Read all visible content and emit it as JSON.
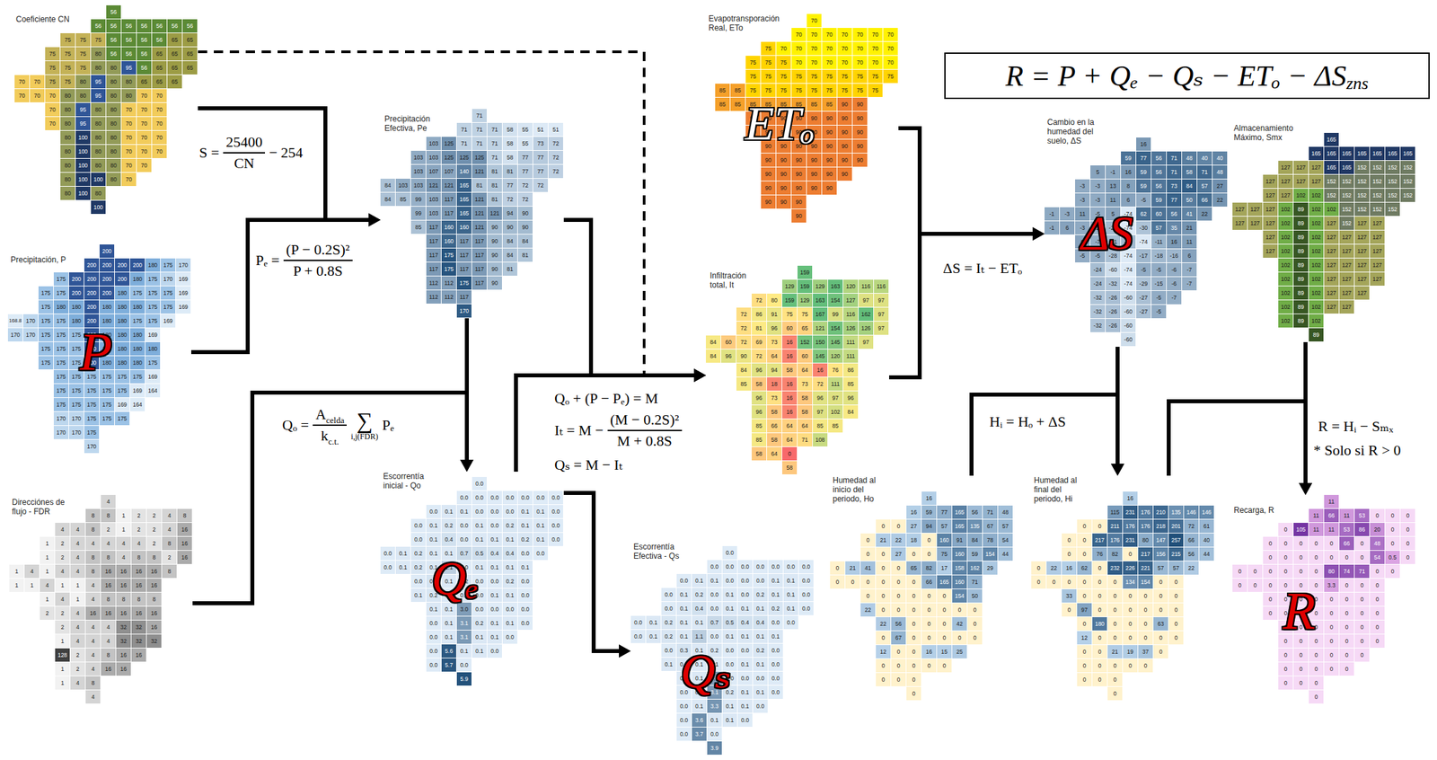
{
  "diagram": {
    "nodes": [
      {
        "text": [
          "Coeficiente CN"
        ]
      },
      {
        "text": [
          "Precipitación, P",
          "P"
        ]
      },
      {
        "text": [
          "Direcciónes de flujo - FDR"
        ]
      },
      {
        "text": [
          "Precipitación Efectiva, Pe"
        ]
      },
      {
        "text": [
          "Escorrentía inicial - Qo",
          "Qₑ"
        ]
      },
      {
        "text": [
          "Escorrentía Efectiva - Qs",
          "Qₛ"
        ]
      },
      {
        "text": [
          "Evapotransporación Real, ETo",
          "ETₒ"
        ]
      },
      {
        "text": [
          "Infiltración total, It"
        ]
      },
      {
        "text": [
          "Cambio en la humedad del suelo, ΔS",
          "ΔS"
        ]
      },
      {
        "text": [
          "Almacenamiento Máximo, Smx"
        ]
      },
      {
        "text": [
          "Humedad al inicio del periodo, Ho"
        ]
      },
      {
        "text": [
          "Humedad al final del periodo, Hi"
        ]
      },
      {
        "text": [
          "Recarga, R",
          "R"
        ]
      },
      {
        "text": [
          "R = P + Qₑ − Qₛ − ETₒ − ΔS",
          "zns"
        ]
      }
    ],
    "edges": [
      {
        "from": 0,
        "to": 3,
        "arrow": "to"
      },
      {
        "from": 1,
        "to": 3,
        "arrow": "to"
      },
      {
        "from": 3,
        "to": 4,
        "arrow": "to"
      },
      {
        "from": 2,
        "to": 4,
        "arrow": "to"
      },
      {
        "from": 0,
        "to": 7,
        "arrow": "to"
      },
      {
        "from": 4,
        "to": 7,
        "arrow": "to"
      },
      {
        "from": 3,
        "to": 7,
        "arrow": "to"
      },
      {
        "from": 4,
        "to": 5,
        "arrow": "to"
      },
      {
        "from": 6,
        "to": 8,
        "arrow": "to"
      },
      {
        "from": 7,
        "to": 8,
        "arrow": "to"
      },
      {
        "from": 8,
        "to": 11,
        "arrow": "to"
      },
      {
        "from": 10,
        "to": 11,
        "arrow": "to"
      },
      {
        "from": 9,
        "to": 12,
        "arrow": "to"
      },
      {
        "from": 11,
        "to": 12,
        "arrow": "to"
      }
    ],
    "labels": [
      "S =",
      "25400",
      "CN",
      "− 254",
      "Pₑ =",
      "(P − 0.2S)²",
      "P + 0.8S",
      "Qₒ =",
      "A",
      "celda",
      "k",
      "c.t.",
      "∑",
      "i,j(FDR)",
      "Pₑ",
      "Qₒ + (P − Pₑ) = M",
      "Iₜ = M −",
      "(M − 0.2S)²",
      "M + 0.8S",
      "Qₛ = M − Iₜ",
      "ΔS = Iₜ − ETₒ",
      "Hᵢ = Hₒ + ΔS",
      "R = Hᵢ − Sₘₓ",
      "* Solo si R > 0",
      "56",
      "56",
      "56",
      "56",
      "56",
      "56",
      "56",
      "56",
      "75",
      "75",
      "75",
      "56",
      "56",
      "56",
      "56",
      "65",
      "65",
      "75",
      "75",
      "75",
      "80",
      "56",
      "56",
      "56",
      "65",
      "65",
      "65",
      "75",
      "75",
      "75",
      "80",
      "80",
      "95",
      "56",
      "65",
      "65",
      "65",
      "70",
      "70",
      "75",
      "75",
      "80",
      "95",
      "80",
      "80",
      "65",
      "65",
      "65",
      "70",
      "70",
      "70",
      "80",
      "80",
      "95",
      "80",
      "80",
      "70",
      "70",
      "70",
      "80",
      "95",
      "80",
      "80",
      "70",
      "70",
      "70",
      "70",
      "80",
      "95",
      "80",
      "80",
      "70",
      "70",
      "70",
      "80",
      "100",
      "80",
      "80",
      "70",
      "70",
      "70",
      "80",
      "100",
      "80",
      "80",
      "70",
      "70",
      "70",
      "80",
      "100",
      "80",
      "80",
      "70",
      "70",
      "80",
      "100",
      "100",
      "80",
      "70",
      "80",
      "100",
      "80",
      "100",
      "200",
      "200",
      "200",
      "200",
      "200",
      "180",
      "175",
      "170",
      "175",
      "200",
      "200",
      "200",
      "200",
      "180",
      "175",
      "170",
      "169",
      "175",
      "175",
      "200",
      "200",
      "200",
      "180",
      "175",
      "175",
      "175",
      "169",
      "175",
      "180",
      "180",
      "200",
      "180",
      "180",
      "180",
      "175",
      "175",
      "169",
      "168.8",
      "170",
      "175",
      "175",
      "180",
      "200",
      "180",
      "180",
      "175",
      "175",
      "169",
      "170",
      "170",
      "175",
      "175",
      "175",
      "200",
      "180",
      "180",
      "180",
      "169",
      "175",
      "175",
      "175",
      "200",
      "180",
      "180",
      "180",
      "180",
      "175",
      "175",
      "175",
      "200",
      "180",
      "180",
      "180",
      "175",
      "175",
      "175",
      "175",
      "175",
      "175",
      "175",
      "169",
      "175",
      "175",
      "175",
      "175",
      "175",
      "169",
      "164",
      "175",
      "175",
      "175",
      "175",
      "169",
      "164",
      "170",
      "170",
      "175",
      "175",
      "175",
      "170",
      "170",
      "175",
      "170",
      "4",
      "8",
      "8",
      "1",
      "2",
      "2",
      "4",
      "8",
      "4",
      "4",
      "8",
      "2",
      "1",
      "2",
      "2",
      "4",
      "16",
      "1",
      "2",
      "4",
      "4",
      "4",
      "4",
      "4",
      "2",
      "8",
      "16",
      "1",
      "2",
      "4",
      "8",
      "8",
      "4",
      "8",
      "8",
      "2",
      "16",
      "1",
      "4",
      "1",
      "4",
      "4",
      "8",
      "16",
      "16",
      "16",
      "16",
      "8",
      "1",
      "1",
      "4",
      "1",
      "1",
      "4",
      "16",
      "16",
      "16",
      "16",
      "1",
      "4",
      "1",
      "4",
      "8",
      "8",
      "8",
      "8",
      "2",
      "2",
      "4",
      "16",
      "16",
      "16",
      "16",
      "16",
      "2",
      "4",
      "4",
      "4",
      "32",
      "32",
      "16",
      "1",
      "4",
      "4",
      "4",
      "32",
      "32",
      "32",
      "128",
      "2",
      "4",
      "8",
      "16",
      "16",
      "1",
      "2",
      "4",
      "16",
      "16",
      "1",
      "4",
      "8",
      "4",
      "71",
      "71",
      "71",
      "71",
      "58",
      "55",
      "51",
      "51",
      "103",
      "125",
      "71",
      "71",
      "71",
      "58",
      "55",
      "73",
      "72",
      "103",
      "103",
      "125",
      "125",
      "125",
      "71",
      "58",
      "77",
      "77",
      "72",
      "103",
      "107",
      "107",
      "140",
      "121",
      "81",
      "81",
      "77",
      "77",
      "72",
      "84",
      "103",
      "103",
      "121",
      "121",
      "165",
      "81",
      "81",
      "77",
      "72",
      "72",
      "84",
      "85",
      "99",
      "103",
      "117",
      "165",
      "121",
      "81",
      "72",
      "72",
      "99",
      "103",
      "117",
      "165",
      "121",
      "121",
      "94",
      "90",
      "85",
      "117",
      "160",
      "160",
      "121",
      "90",
      "90",
      "90",
      "117",
      "160",
      "117",
      "117",
      "90",
      "84",
      "84",
      "117",
      "175",
      "117",
      "117",
      "90",
      "84",
      "81",
      "117",
      "175",
      "117",
      "117",
      "90",
      "81",
      "112",
      "112",
      "175",
      "117",
      "90",
      "112",
      "112",
      "117",
      "170",
      "0.0",
      "0.0",
      "0.0",
      "0.0",
      "0.0",
      "0.0",
      "0.0",
      "0.0",
      "0.0",
      "0.1",
      "0.1",
      "0.0",
      "0.0",
      "0.0",
      "0.1",
      "0.1",
      "0.0",
      "0.0",
      "0.1",
      "0.2",
      "0.0",
      "0.1",
      "0.0",
      "0.2",
      "0.1",
      "0.1",
      "0.0",
      "0.0",
      "0.1",
      "0.4",
      "0.0",
      "0.1",
      "0.1",
      "0.1",
      "0.2",
      "0.1",
      "0.0",
      "0.0",
      "0.1",
      "0.2",
      "0.1",
      "0.1",
      "0.7",
      "0.5",
      "0.4",
      "0.4",
      "0.0",
      "0.0",
      "0.0",
      "0.1",
      "0.2",
      "0.1",
      "1.1",
      "0.0",
      "0.1",
      "0.1",
      "0.1",
      "0.1",
      "0.0",
      "0.3",
      "0.1",
      "0.2",
      "0.0",
      "0.0",
      "0.2",
      "0.0",
      "0.1",
      "0.2",
      "0.1",
      "0.1",
      "0.0",
      "0.1",
      "0.1",
      "0.0",
      "0.1",
      "0.1",
      "3.0",
      "0.0",
      "0.0",
      "0.0",
      "0.0",
      "0.0",
      "0.1",
      "3.1",
      "0.2",
      "0.1",
      "0.1",
      "0.0",
      "0.0",
      "0.1",
      "3.1",
      "0.1",
      "0.1",
      "0.0",
      "0.0",
      "5.6",
      "0.1",
      "0.1",
      "0.0",
      "0.0",
      "5.7",
      "0.0",
      "5.9",
      "0.0",
      "0.0",
      "0.0",
      "0.0",
      "0.0",
      "0.0",
      "0.0",
      "0.0",
      "0.0",
      "0.1",
      "0.1",
      "0.0",
      "0.0",
      "0.0",
      "0.1",
      "0.1",
      "0.0",
      "0.0",
      "0.1",
      "0.2",
      "0.0",
      "0.1",
      "0.0",
      "0.2",
      "0.1",
      "0.1",
      "0.0",
      "0.0",
      "0.1",
      "0.4",
      "0.0",
      "0.1",
      "0.1",
      "0.1",
      "0.2",
      "0.1",
      "0.0",
      "0.0",
      "0.1",
      "0.2",
      "0.1",
      "0.1",
      "0.7",
      "0.5",
      "0.4",
      "0.4",
      "0.0",
      "0.0",
      "0.0",
      "0.1",
      "0.2",
      "0.1",
      "1.1",
      "0.0",
      "0.1",
      "0.1",
      "0.1",
      "0.1",
      "0.0",
      "0.3",
      "0.1",
      "0.2",
      "0.0",
      "0.0",
      "0.2",
      "0.0",
      "0.1",
      "0.2",
      "0.1",
      "0.1",
      "0.0",
      "0.1",
      "0.1",
      "0.0",
      "0.1",
      "0.1",
      "3.0",
      "0.0",
      "0.0",
      "0.0",
      "0.0",
      "0.0",
      "0.1",
      "3.1",
      "0.2",
      "0.1",
      "0.1",
      "0.0",
      "0.0",
      "0.1",
      "3.3",
      "0.1",
      "0.1",
      "0.0",
      "0.0",
      "3.6",
      "0.1",
      "0.1",
      "0.0",
      "0.0",
      "3.7",
      "0.0",
      "3.9",
      "70",
      "70",
      "70",
      "70",
      "70",
      "70",
      "70",
      "70",
      "75",
      "70",
      "70",
      "70",
      "70",
      "70",
      "70",
      "70",
      "70",
      "75",
      "75",
      "75",
      "70",
      "70",
      "70",
      "70",
      "70",
      "70",
      "70",
      "75",
      "75",
      "75",
      "75",
      "75",
      "75",
      "75",
      "75",
      "75",
      "75",
      "85",
      "85",
      "75",
      "75",
      "75",
      "75",
      "75",
      "75",
      "75",
      "75",
      "75",
      "85",
      "85",
      "85",
      "85",
      "85",
      "85",
      "85",
      "85",
      "90",
      "90",
      "90",
      "90",
      "90",
      "90",
      "90",
      "90",
      "90",
      "90",
      "90",
      "90",
      "90",
      "90",
      "90",
      "90",
      "90",
      "90",
      "90",
      "90",
      "90",
      "90",
      "90",
      "90",
      "90",
      "90",
      "90",
      "90",
      "90",
      "90",
      "90",
      "90",
      "90",
      "90",
      "90",
      "90",
      "90",
      "90",
      "90",
      "90",
      "90",
      "90",
      "90",
      "90",
      "90",
      "90",
      "90",
      "159",
      "129",
      "159",
      "129",
      "163",
      "120",
      "116",
      "116",
      "72",
      "80",
      "159",
      "129",
      "163",
      "154",
      "127",
      "97",
      "97",
      "72",
      "86",
      "91",
      "75",
      "75",
      "167",
      "99",
      "116",
      "162",
      "97",
      "72",
      "81",
      "96",
      "60",
      "65",
      "121",
      "154",
      "126",
      "126",
      "97",
      "84",
      "60",
      "72",
      "69",
      "73",
      "16",
      "152",
      "150",
      "145",
      "111",
      "97",
      "84",
      "96",
      "90",
      "72",
      "64",
      "16",
      "60",
      "145",
      "120",
      "111",
      "84",
      "96",
      "94",
      "58",
      "64",
      "16",
      "76",
      "86",
      "85",
      "58",
      "18",
      "16",
      "73",
      "72",
      "111",
      "85",
      "96",
      "73",
      "16",
      "58",
      "96",
      "97",
      "96",
      "96",
      "58",
      "16",
      "58",
      "97",
      "102",
      "84",
      "85",
      "66",
      "64",
      "64",
      "85",
      "85",
      "85",
      "58",
      "64",
      "71",
      "108",
      "58",
      "64",
      "0",
      "58",
      "16",
      "59",
      "77",
      "56",
      "71",
      "48",
      "40",
      "40",
      "5",
      "-1",
      "16",
      "59",
      "56",
      "71",
      "58",
      "71",
      "48",
      "-3",
      "-3",
      "13",
      "8",
      "59",
      "56",
      "73",
      "84",
      "57",
      "27",
      "-3",
      "-3",
      "11",
      "6",
      "-5",
      "59",
      "77",
      "50",
      "66",
      "22",
      "-1",
      "-3",
      "11",
      "-5",
      "5",
      "-74",
      "62",
      "60",
      "56",
      "41",
      "22",
      "-1",
      "6",
      "-3",
      "-11",
      "-20",
      "-74",
      "-30",
      "57",
      "35",
      "21",
      "6",
      "-7",
      "-21",
      "-20",
      "-74",
      "-11",
      "16",
      "11",
      "-5",
      "-5",
      "-28",
      "-74",
      "-17",
      "-18",
      "-16",
      "6",
      "-24",
      "-60",
      "-74",
      "-5",
      "-5",
      "-6",
      "-7",
      "-24",
      "-32",
      "-74",
      "-29",
      "-15",
      "-6",
      "-7",
      "-32",
      "-26",
      "-60",
      "-27",
      "-5",
      "-7",
      "-32",
      "-26",
      "-60",
      "-27",
      "-5",
      "-32",
      "-26",
      "-60",
      "-60",
      "165",
      "165",
      "165",
      "165",
      "165",
      "165",
      "165",
      "165",
      "127",
      "127",
      "127",
      "165",
      "165",
      "152",
      "152",
      "152",
      "152",
      "127",
      "127",
      "127",
      "127",
      "152",
      "152",
      "152",
      "152",
      "152",
      "152",
      "127",
      "127",
      "102",
      "102",
      "152",
      "152",
      "152",
      "152",
      "152",
      "152",
      "127",
      "127",
      "127",
      "102",
      "89",
      "102",
      "102",
      "152",
      "152",
      "152",
      "152",
      "127",
      "127",
      "127",
      "102",
      "89",
      "102",
      "127",
      "152",
      "127",
      "127",
      "127",
      "102",
      "89",
      "102",
      "127",
      "127",
      "127",
      "127",
      "127",
      "102",
      "89",
      "102",
      "127",
      "127",
      "127",
      "127",
      "102",
      "89",
      "102",
      "127",
      "127",
      "127",
      "127",
      "102",
      "89",
      "102",
      "127",
      "127",
      "127",
      "127",
      "102",
      "89",
      "102",
      "127",
      "127",
      "127",
      "102",
      "89",
      "102",
      "127",
      "127",
      "102",
      "89",
      "102",
      "89",
      "16",
      "16",
      "59",
      "77",
      "165",
      "56",
      "71",
      "48",
      "0",
      "0",
      "27",
      "94",
      "57",
      "165",
      "135",
      "67",
      "57",
      "0",
      "21",
      "22",
      "18",
      "0",
      "160",
      "91",
      "84",
      "78",
      "54",
      "0",
      "0",
      "27",
      "0",
      "0",
      "75",
      "160",
      "59",
      "154",
      "44",
      "0",
      "21",
      "41",
      "0",
      "0",
      "65",
      "82",
      "17",
      "158",
      "162",
      "29",
      "0",
      "0",
      "0",
      "0",
      "0",
      "0",
      "66",
      "165",
      "160",
      "71",
      "0",
      "0",
      "0",
      "0",
      "0",
      "0",
      "154",
      "50",
      "22",
      "0",
      "0",
      "0",
      "0",
      "0",
      "0",
      "0",
      "22",
      "56",
      "0",
      "0",
      "0",
      "42",
      "0",
      "0",
      "67",
      "0",
      "0",
      "0",
      "0",
      "0",
      "12",
      "0",
      "0",
      "16",
      "15",
      "25",
      "0",
      "0",
      "0",
      "0",
      "0",
      "0",
      "0",
      "0",
      "0",
      "16",
      "115",
      "231",
      "176",
      "210",
      "135",
      "146",
      "146",
      "0",
      "0",
      "211",
      "176",
      "176",
      "218",
      "201",
      "72",
      "61",
      "0",
      "0",
      "217",
      "176",
      "231",
      "80",
      "147",
      "257",
      "66",
      "40",
      "0",
      "0",
      "76",
      "82",
      "0",
      "217",
      "156",
      "215",
      "56",
      "44",
      "0",
      "22",
      "16",
      "62",
      "0",
      "232",
      "226",
      "221",
      "57",
      "57",
      "22",
      "0",
      "0",
      "0",
      "0",
      "0",
      "0",
      "134",
      "154",
      "0",
      "0",
      "33",
      "0",
      "0",
      "0",
      "0",
      "0",
      "0",
      "0",
      "0",
      "97",
      "0",
      "0",
      "0",
      "0",
      "0",
      "0",
      "0",
      "180",
      "0",
      "0",
      "0",
      "63",
      "0",
      "12",
      "0",
      "0",
      "0",
      "0",
      "0",
      "0",
      "0",
      "0",
      "21",
      "19",
      "37",
      "0",
      "0",
      "0",
      "0",
      "0",
      "0",
      "0",
      "0",
      "0",
      "0",
      "11",
      "11",
      "66",
      "11",
      "53",
      "0",
      "0",
      "0",
      "0",
      "105",
      "11",
      "11",
      "53",
      "86",
      "20",
      "0",
      "0",
      "0",
      "0",
      "0",
      "0",
      "0",
      "66",
      "0",
      "48",
      "0",
      "0",
      "0",
      "0",
      "0",
      "0",
      "0",
      "0",
      "0",
      "54",
      "0.5",
      "0",
      "0",
      "0",
      "0",
      "0",
      "0",
      "0",
      "80",
      "74",
      "71",
      "0",
      "0",
      "0",
      "0",
      "0",
      "0",
      "0",
      "0",
      "3.3",
      "0",
      "0",
      "0",
      "0",
      "0",
      "0",
      "0",
      "0",
      "0",
      "0",
      "0",
      "0",
      "0",
      "0",
      "0",
      "0",
      "0",
      "0",
      "0",
      "0",
      "0",
      "0",
      "0",
      "0",
      "0",
      "0",
      "0",
      "0",
      "0",
      "0",
      "0",
      "0",
      "0",
      "0",
      "0",
      "0",
      "0",
      "0",
      "0",
      "0",
      "0",
      "0",
      "0",
      "0",
      "0",
      "0",
      "0",
      "0"
    ]
  }
}
